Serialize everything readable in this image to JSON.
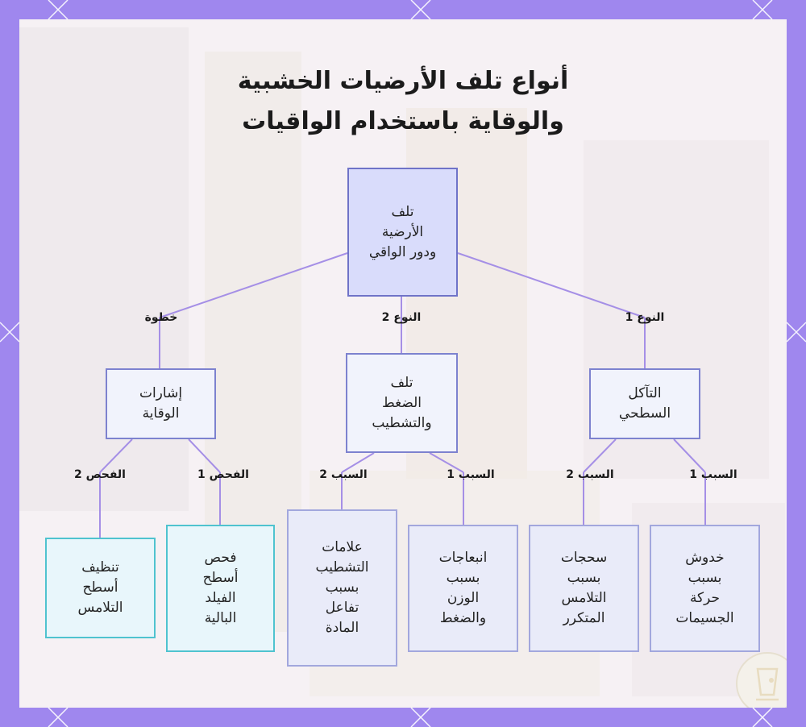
{
  "title": {
    "line1": "أنواع تلف الأرضيات الخشبية",
    "line2": "والوقاية باستخدام الواقيات"
  },
  "nodes": {
    "root": [
      "تلف",
      "الأرضية",
      "ودور الواقي"
    ],
    "surface_wear": [
      "التآكل",
      "السطحي"
    ],
    "pressure_damage": [
      "تلف",
      "الضغط",
      "والتشطيب"
    ],
    "protection_signs": [
      "إشارات",
      "الوقاية"
    ],
    "particle_scratches": [
      "خدوش",
      "بسبب",
      "حركة",
      "الجسيمات"
    ],
    "contact_abrasions": [
      "سحجات",
      "بسبب",
      "التلامس",
      "المتكرر"
    ],
    "weight_dents": [
      "انبعاجات",
      "بسبب",
      "الوزن",
      "والضغط"
    ],
    "finish_marks": [
      "علامات",
      "التشطيب",
      "بسبب",
      "تفاعل",
      "المادة"
    ],
    "inspect_worn": [
      "فحص",
      "أسطح",
      "الفيلد",
      "البالية"
    ],
    "clean_contact": [
      "تنظيف",
      "أسطح",
      "التلامس"
    ]
  },
  "edge_labels": {
    "type1": "النوع 1",
    "type2": "النوع 2",
    "step": "خطوة",
    "cause1_a": "السبب 1",
    "cause2_a": "السبب 2",
    "cause1_b": "السبب 1",
    "cause2_b": "السبب 2",
    "check1": "الفحص 1",
    "check2": "الفحص 2"
  },
  "colors": {
    "frame": "#9f87ee",
    "edge": "#a58fe6",
    "root_fill": "#d9dcfb",
    "teal_border": "#4fc3cf"
  },
  "icons": {
    "logo": "cup-logo-icon"
  }
}
